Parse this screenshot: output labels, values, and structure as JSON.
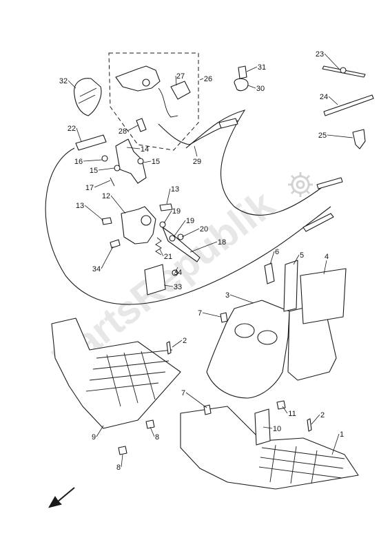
{
  "watermark": {
    "text": "PartsRepublik"
  },
  "callouts": [
    {
      "id": "c1",
      "label": "1"
    },
    {
      "id": "c2a",
      "label": "2"
    },
    {
      "id": "c2b",
      "label": "2"
    },
    {
      "id": "c3",
      "label": "3"
    },
    {
      "id": "c4",
      "label": "4"
    },
    {
      "id": "c5",
      "label": "5"
    },
    {
      "id": "c6",
      "label": "6"
    },
    {
      "id": "c7a",
      "label": "7"
    },
    {
      "id": "c7b",
      "label": "7"
    },
    {
      "id": "c8a",
      "label": "8"
    },
    {
      "id": "c8b",
      "label": "8"
    },
    {
      "id": "c9",
      "label": "9"
    },
    {
      "id": "c10",
      "label": "10"
    },
    {
      "id": "c11",
      "label": "11"
    },
    {
      "id": "c12",
      "label": "12"
    },
    {
      "id": "c13a",
      "label": "13"
    },
    {
      "id": "c13b",
      "label": "13"
    },
    {
      "id": "c14",
      "label": "14"
    },
    {
      "id": "c15a",
      "label": "15"
    },
    {
      "id": "c15b",
      "label": "15"
    },
    {
      "id": "c16",
      "label": "16"
    },
    {
      "id": "c17",
      "label": "17"
    },
    {
      "id": "c18",
      "label": "18"
    },
    {
      "id": "c19a",
      "label": "19"
    },
    {
      "id": "c19b",
      "label": "19"
    },
    {
      "id": "c20",
      "label": "20"
    },
    {
      "id": "c21",
      "label": "21"
    },
    {
      "id": "c22",
      "label": "22"
    },
    {
      "id": "c23",
      "label": "23"
    },
    {
      "id": "c24",
      "label": "24"
    },
    {
      "id": "c25",
      "label": "25"
    },
    {
      "id": "c26",
      "label": "26"
    },
    {
      "id": "c27",
      "label": "27"
    },
    {
      "id": "c28",
      "label": "28"
    },
    {
      "id": "c29",
      "label": "29"
    },
    {
      "id": "c30",
      "label": "30"
    },
    {
      "id": "c31",
      "label": "31"
    },
    {
      "id": "c32",
      "label": "32"
    },
    {
      "id": "c33",
      "label": "33"
    },
    {
      "id": "c34a",
      "label": "34"
    },
    {
      "id": "c34b",
      "label": "34"
    }
  ]
}
